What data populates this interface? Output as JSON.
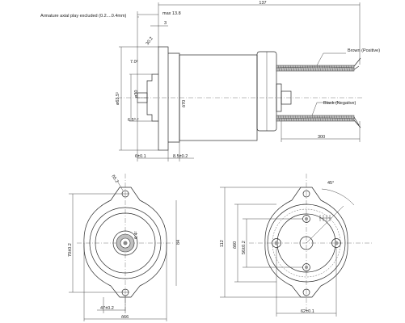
{
  "notes": {
    "armature_note": "Armature axial play excluded (0.2....0.4mm)",
    "brown_wire": "Brown (Positive)",
    "black_wire": "Black (Negative)"
  },
  "side_view": {
    "max_label": "max 13.8",
    "overall_length": "137",
    "flange_thickness": "3",
    "chamfer": "30.2",
    "bore_top": "7.0²",
    "flange_dia": "ø63.5¹",
    "hub_dia": "ø30",
    "shaft": "6.5⁰·²",
    "body_dia": "ô70",
    "lead_length": "300",
    "left_bottom": "6±0.1",
    "right_bottom": "8.5±0.2"
  },
  "front_view": {
    "hole": "ñ5.2",
    "height": "70±0.2",
    "shaft_dim": "6.4²",
    "right_dim": "84",
    "bottom_small": "47±0.2",
    "bottom_width": "ô66"
  },
  "rear_view": {
    "angle": "45°",
    "overall_height": "112",
    "inner1": "ô60",
    "inner2": "56±0.2",
    "bottom_width": "62±0.1"
  }
}
